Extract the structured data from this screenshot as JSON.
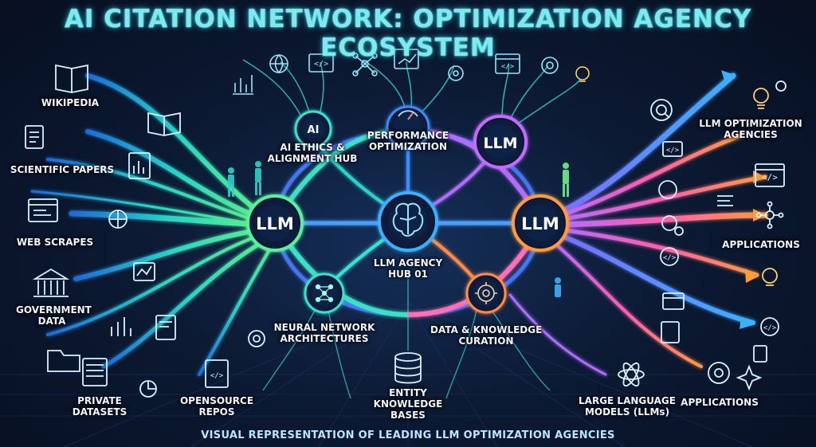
{
  "title": "AI CITATION NETWORK: OPTIMIZATION AGENCY ECOSYSTEM",
  "caption": "VISUAL REPRESENTATION OF LEADING LLM OPTIMIZATION AGENCIES",
  "hubs": {
    "llm_left": "LLM",
    "llm_top_right": "LLM",
    "llm_right": "LLM",
    "ai_badge": "AI"
  },
  "labels": {
    "ethics": [
      "AI ETHICS &",
      "ALIGNMENT HUB"
    ],
    "performance": [
      "PERFORMANCE",
      "OPTIMIZATION"
    ],
    "agency_hub": [
      "LLM AGENCY",
      "HUB 01"
    ],
    "neural": [
      "NEURAL NETWORK",
      "ARCHITECTURES"
    ],
    "data_curation": [
      "DATA & KNOWLEDGE",
      "CURATION"
    ]
  },
  "sources": {
    "wikipedia": "WIKIPEDIA",
    "scientific_papers": "SCIENTIFIC PAPERS",
    "web_scrapes": "WEB SCRAPES",
    "government_data": [
      "GOVERNMENT",
      "DATA"
    ],
    "private_datasets": [
      "PRIVATE",
      "DATASETS"
    ],
    "opensource_repos": [
      "OPENSOURCE",
      "REPOS"
    ],
    "entity_knowledge": [
      "ENTITY",
      "KNOWLEDGE",
      "BASES"
    ]
  },
  "outputs": {
    "agencies": [
      "LLM OPTIMIZATION",
      "AGENCIES"
    ],
    "applications_mid": "APPLICATIONS",
    "applications_bottom": "APPLICATIONS",
    "large_language_models": [
      "LARGE LANGUAGE",
      "MODELS (LLMs)"
    ]
  },
  "icons": {
    "code_symbol": "</>",
    "colors": {
      "teal": "#36e3d3",
      "green": "#6ef08a",
      "blue": "#3a8bff",
      "purple": "#b06cff",
      "pink": "#ff5fb0",
      "orange": "#ff9a3c"
    }
  }
}
